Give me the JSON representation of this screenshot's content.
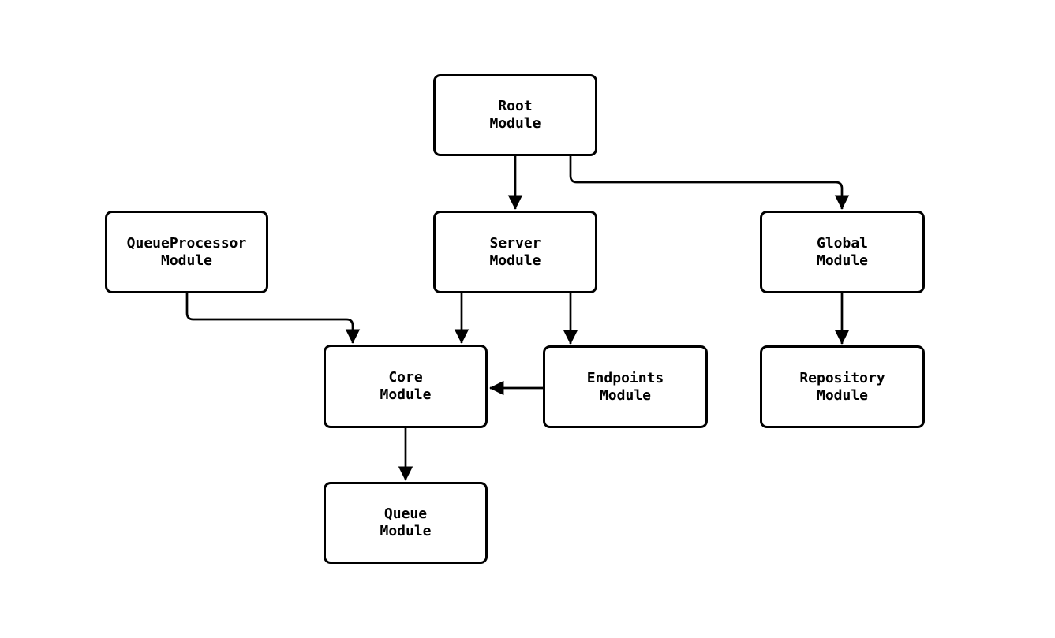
{
  "diagram": {
    "type": "module-dependency-graph",
    "background_color": "#ffffff",
    "node_fill_color": "#ffffff",
    "stroke_color": "#000000",
    "text_color": "#000000",
    "nodes": [
      {
        "id": "root",
        "label": "Root\nModule"
      },
      {
        "id": "queueprocessor",
        "label": "QueueProcessor\nModule"
      },
      {
        "id": "server",
        "label": "Server\nModule"
      },
      {
        "id": "global",
        "label": "Global\nModule"
      },
      {
        "id": "core",
        "label": "Core\nModule"
      },
      {
        "id": "endpoints",
        "label": "Endpoints\nModule"
      },
      {
        "id": "repository",
        "label": "Repository\nModule"
      },
      {
        "id": "queue",
        "label": "Queue\nModule"
      }
    ],
    "edges": [
      {
        "from": "root",
        "to": "server"
      },
      {
        "from": "root",
        "to": "global"
      },
      {
        "from": "queueprocessor",
        "to": "core"
      },
      {
        "from": "server",
        "to": "core"
      },
      {
        "from": "server",
        "to": "endpoints"
      },
      {
        "from": "endpoints",
        "to": "core"
      },
      {
        "from": "global",
        "to": "repository"
      },
      {
        "from": "core",
        "to": "queue"
      }
    ]
  }
}
